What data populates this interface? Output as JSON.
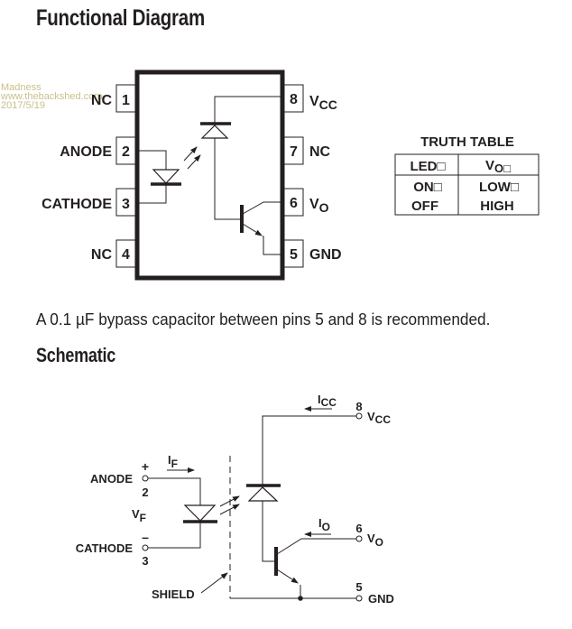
{
  "headings": {
    "functional": "Functional Diagram",
    "schematic": "Schematic"
  },
  "note": "A 0.1 µF bypass capacitor between pins 5 and 8 is recommended.",
  "watermark": {
    "line1": "Madness",
    "line2": "www.thebackshed.com",
    "line3": "2017/5/19",
    "color": "#c9c08c"
  },
  "functional_diagram": {
    "pins": [
      {
        "number": "1",
        "label": "NC"
      },
      {
        "number": "2",
        "label": "ANODE"
      },
      {
        "number": "3",
        "label": "CATHODE"
      },
      {
        "number": "4",
        "label": "NC"
      },
      {
        "number": "5",
        "label": "GND"
      },
      {
        "number": "6",
        "label_main": "V",
        "label_sub": "O"
      },
      {
        "number": "7",
        "label": "NC"
      },
      {
        "number": "8",
        "label_main": "V",
        "label_sub": "CC"
      }
    ]
  },
  "truth_table": {
    "title": "TRUTH TABLE",
    "headers": [
      "LED□",
      "V",
      "O□"
    ],
    "col1": [
      "ON□",
      "OFF"
    ],
    "col2": [
      "LOW□",
      "HIGH"
    ]
  },
  "schematic": {
    "anode_label": "ANODE",
    "cathode_label": "CATHODE",
    "plus": "+",
    "minus": "–",
    "pin2": "2",
    "pin3": "3",
    "vf_main": "V",
    "vf_sub": "F",
    "if_main": "I",
    "if_sub": "F",
    "icc_main": "I",
    "icc_sub": "CC",
    "io_main": "I",
    "io_sub": "O",
    "pin8": "8",
    "vcc_main": "V",
    "vcc_sub": "CC",
    "pin6": "6",
    "vo_main": "V",
    "vo_sub": "O",
    "pin5": "5",
    "gnd": "GND",
    "shield": "SHIELD"
  }
}
